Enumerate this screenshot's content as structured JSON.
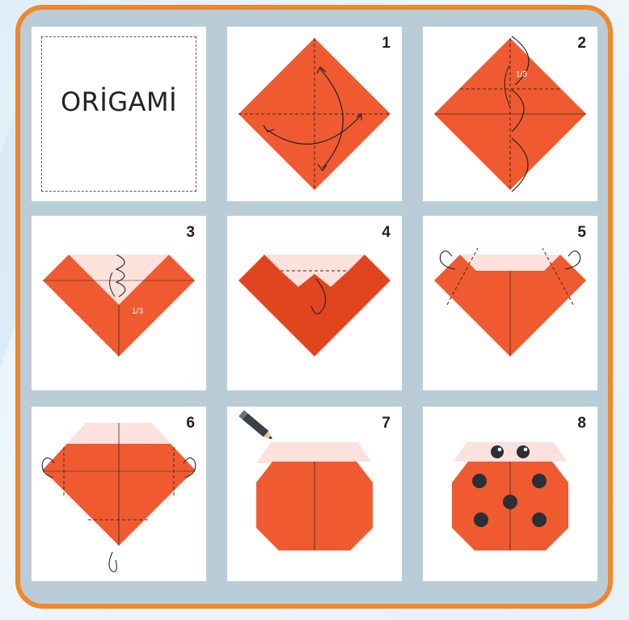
{
  "title": "ORİGAMİ",
  "steps": [
    {
      "number": "1",
      "labels": []
    },
    {
      "number": "2",
      "labels": [
        "1/3"
      ]
    },
    {
      "number": "3",
      "labels": [
        "1/3"
      ]
    },
    {
      "number": "4",
      "labels": []
    },
    {
      "number": "5",
      "labels": []
    },
    {
      "number": "6",
      "labels": []
    },
    {
      "number": "7",
      "labels": []
    },
    {
      "number": "8",
      "labels": []
    }
  ],
  "colors": {
    "frame": "#f0882a",
    "paper_front": "#f05a30",
    "paper_dark": "#e0451f",
    "paper_back": "#fde1dc",
    "card": "#ffffff",
    "spots": "#2b2f36"
  }
}
